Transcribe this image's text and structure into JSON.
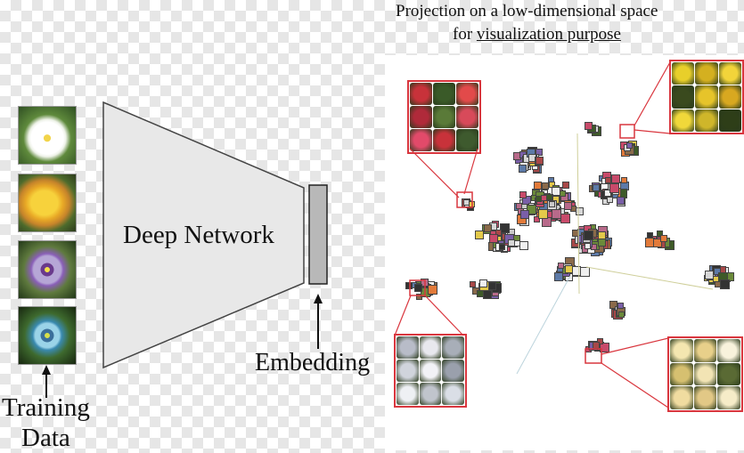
{
  "labels": {
    "title_line1": "Projection on a low-dimensional space",
    "title_line2_prefix": "for ",
    "title_line2_underlined": "visualization purpose",
    "network": "Deep Network",
    "embedding": "Embedding",
    "training_line1": "Training",
    "training_line2": "Data"
  },
  "colors": {
    "network_fill": "#e8e8e8",
    "network_stroke": "#444444",
    "embedding_fill": "#b8b8b8",
    "highlight_red": "#d9363e",
    "guide_line": "#cfcf9a"
  },
  "training_images": [
    {
      "subject": "white-cosmos-flower"
    },
    {
      "subject": "yellow-canna-flower"
    },
    {
      "subject": "purple-passion-flower"
    },
    {
      "subject": "blue-passion-flower"
    }
  ],
  "zoom_panels": [
    {
      "subject": "red-anthurium-cluster"
    },
    {
      "subject": "yellow-flower-cluster"
    },
    {
      "subject": "white-bellflower-cluster"
    },
    {
      "subject": "white-lily-cluster"
    }
  ]
}
